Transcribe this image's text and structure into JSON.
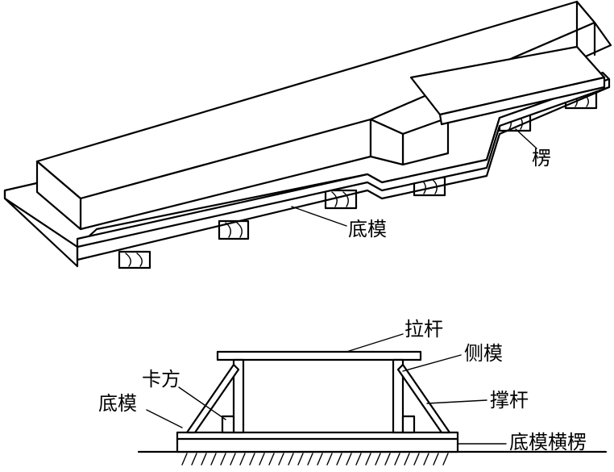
{
  "labels": {
    "top_batten": "楞",
    "top_bottom_form": "底模",
    "tie_rod": "拉杆",
    "side_form": "侧模",
    "block": "卡方",
    "bottom_form": "底模",
    "brace": "撑杆",
    "bottom_cross_batten": "底模横楞"
  }
}
